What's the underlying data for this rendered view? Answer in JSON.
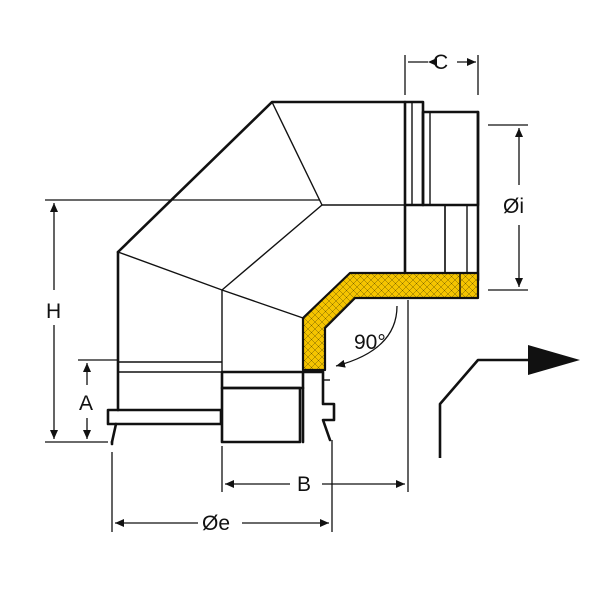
{
  "labels": {
    "c": "C",
    "di": "Øi",
    "h": "H",
    "a": "A",
    "b": "B",
    "de": "Øe",
    "angle": "90°"
  },
  "colors": {
    "insulation": "#f5c400",
    "line": "#111111"
  },
  "icons": {
    "direction": "direction-arrow-icon"
  }
}
